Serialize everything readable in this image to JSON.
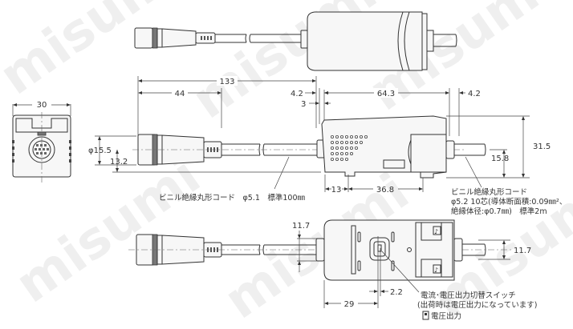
{
  "watermark": {
    "text": "misumi"
  },
  "views": {
    "top": {
      "label": "top-view"
    },
    "end": {
      "label": "connector-end-view"
    },
    "side": {
      "label": "side-view"
    },
    "bottom": {
      "label": "bottom-view"
    }
  },
  "dimensions": {
    "end_width": "30",
    "connector_dia": "φ15.5",
    "connector_height": "13.2",
    "overall_length": "133",
    "connector_length": "44",
    "offset_left_a": "4.2",
    "offset_left_b": "3",
    "body_length": "64.3",
    "offset_right": "4.2",
    "body_height": "31.5",
    "cable_height": "15.8",
    "rail_offset": "13",
    "rail_width": "36.8",
    "bottom_left_width": "11.7",
    "bottom_right_width": "11.7",
    "switch_offset": "2.2",
    "switch_position": "29"
  },
  "annotations": {
    "cable_left": "ビニル絶縁丸形コード　φ5.1　標準100㎜",
    "cable_right_line1": "ビニル絶縁丸形コード",
    "cable_right_line2": "φ5.2 10芯(導体断面積:0.09㎜²、",
    "cable_right_line3": "絶縁体径:φ0.7㎜)　標準2m",
    "switch_line1": "電流･電圧出力切替スイッチ",
    "switch_line2": "(出荷時は電圧出力になっています)",
    "switch_legend": "電圧出力"
  }
}
